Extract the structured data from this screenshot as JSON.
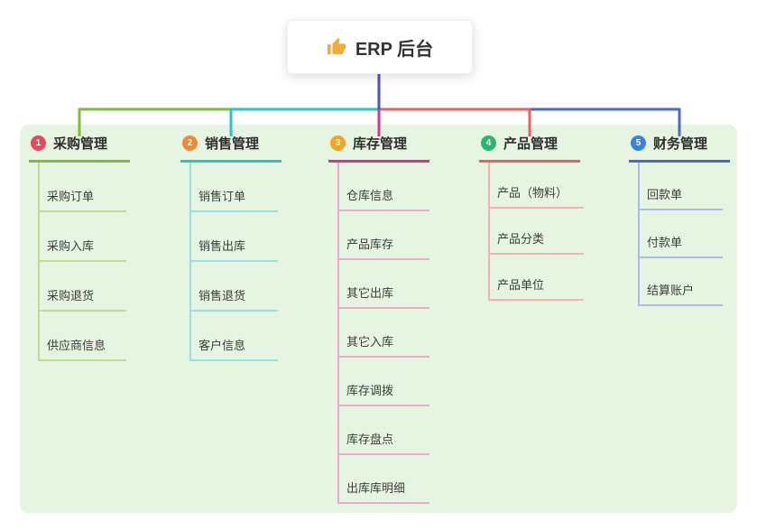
{
  "root": {
    "label": "ERP 后台",
    "icon": "thumbs-up-icon",
    "icon_color": "#f2aa3c"
  },
  "colors": {
    "panel_background": "#e5f5e1",
    "root_connector": "#4853c6"
  },
  "branches": [
    {
      "num": "1",
      "label": "采购管理",
      "line_color": "#82bb3f",
      "light_line_color": "#bcdc96",
      "badge_color": "#e8485c",
      "children": [
        "采购订单",
        "采购入库",
        "采购退货",
        "供应商信息"
      ]
    },
    {
      "num": "2",
      "label": "销售管理",
      "line_color": "#2bc4c4",
      "light_line_color": "#9adfdf",
      "badge_color": "#f58634",
      "children": [
        "销售订单",
        "销售出库",
        "销售退货",
        "客户信息"
      ]
    },
    {
      "num": "3",
      "label": "库存管理",
      "line_color": "#d23690",
      "light_line_color": "#eda9cd",
      "badge_color": "#f5a41f",
      "children": [
        "仓库信息",
        "产品库存",
        "其它出库",
        "其它入库",
        "库存调拨",
        "库存盘点",
        "出库库明细"
      ]
    },
    {
      "num": "4",
      "label": "产品管理",
      "line_color": "#ee5c5c",
      "light_line_color": "#f6b0b0",
      "badge_color": "#29b573",
      "children": [
        "产品（物料）",
        "产品分类",
        "产品单位"
      ]
    },
    {
      "num": "5",
      "label": "财务管理",
      "line_color": "#4a68cc",
      "light_line_color": "#aabce9",
      "badge_color": "#3b82e0",
      "children": [
        "回款单",
        "付款单",
        "结算账户"
      ]
    }
  ]
}
